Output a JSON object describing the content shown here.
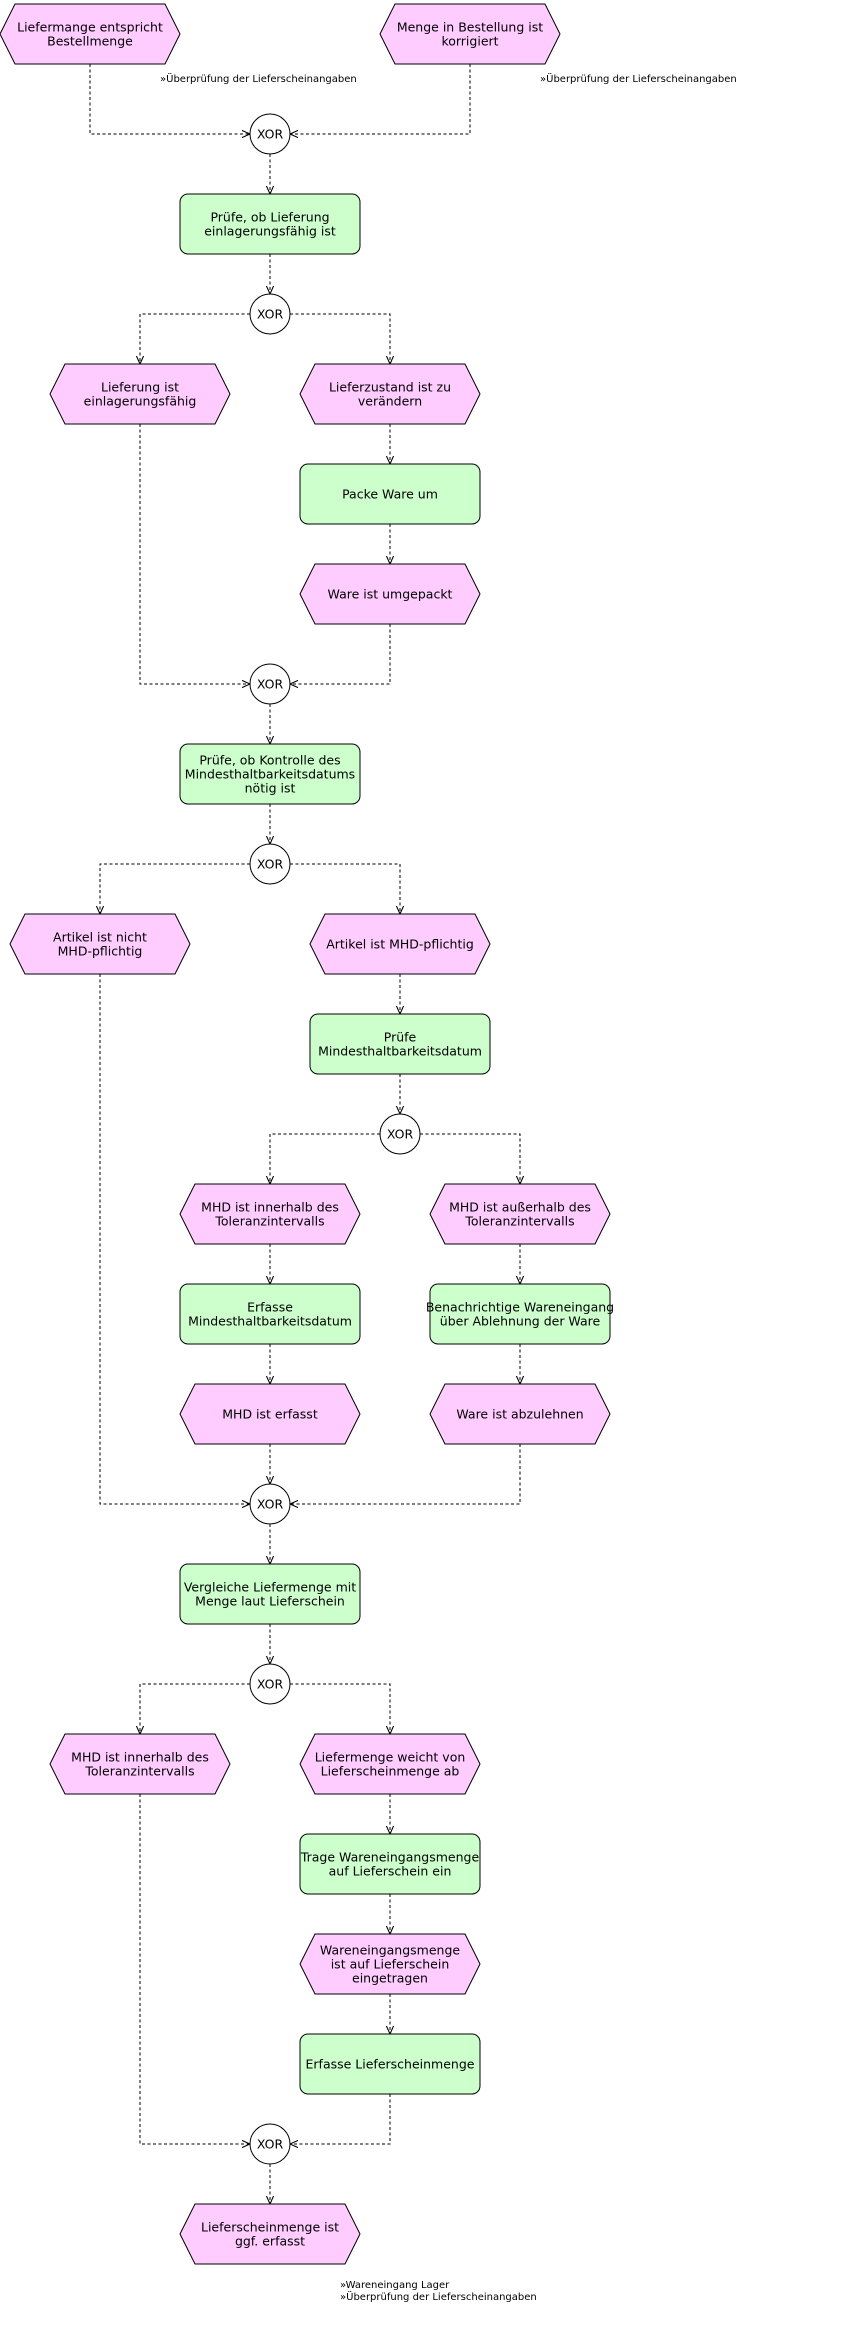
{
  "diagram": {
    "type": "EPK",
    "colors": {
      "event": "#ffccff",
      "function": "#ccffcc",
      "connector": "#ffffff",
      "line": "#000000"
    },
    "nodes": [
      {
        "id": "e1",
        "kind": "event",
        "label": "Liefermange entspricht\nBestellmenge"
      },
      {
        "id": "e2",
        "kind": "event",
        "label": "Menge in Bestellung ist\nkorrigiert"
      },
      {
        "id": "x1",
        "kind": "connector",
        "label": "XOR"
      },
      {
        "id": "f1",
        "kind": "function",
        "label": "Prüfe, ob Lieferung\neinlagerungsfähig ist"
      },
      {
        "id": "x2",
        "kind": "connector",
        "label": "XOR"
      },
      {
        "id": "e3",
        "kind": "event",
        "label": "Lieferung ist\neinlagerungsfähig"
      },
      {
        "id": "e4",
        "kind": "event",
        "label": "Lieferzustand ist zu\nverändern"
      },
      {
        "id": "f2",
        "kind": "function",
        "label": "Packe Ware um"
      },
      {
        "id": "e5",
        "kind": "event",
        "label": "Ware ist umgepackt"
      },
      {
        "id": "x3",
        "kind": "connector",
        "label": "XOR"
      },
      {
        "id": "f3",
        "kind": "function",
        "label": "Prüfe, ob Kontrolle des\nMindesthaltbarkeitsdatums\nnötig ist"
      },
      {
        "id": "x4",
        "kind": "connector",
        "label": "XOR"
      },
      {
        "id": "e6",
        "kind": "event",
        "label": "Artikel ist nicht\nMHD-pflichtig"
      },
      {
        "id": "e7",
        "kind": "event",
        "label": "Artikel ist MHD-pflichtig"
      },
      {
        "id": "f4",
        "kind": "function",
        "label": "Prüfe\nMindesthaltbarkeitsdatum"
      },
      {
        "id": "x5",
        "kind": "connector",
        "label": "XOR"
      },
      {
        "id": "e8",
        "kind": "event",
        "label": "MHD ist innerhalb des\nToleranzintervalls"
      },
      {
        "id": "e9",
        "kind": "event",
        "label": "MHD ist außerhalb des\nToleranzintervalls"
      },
      {
        "id": "f5",
        "kind": "function",
        "label": "Erfasse\nMindesthaltbarkeitsdatum"
      },
      {
        "id": "f6",
        "kind": "function",
        "label": "Benachrichtige Wareneingang\nüber Ablehnung der Ware"
      },
      {
        "id": "e10",
        "kind": "event",
        "label": "MHD ist erfasst"
      },
      {
        "id": "e11",
        "kind": "event",
        "label": "Ware ist abzulehnen"
      },
      {
        "id": "x6",
        "kind": "connector",
        "label": "XOR"
      },
      {
        "id": "f7",
        "kind": "function",
        "label": "Vergleiche Liefermenge mit\nMenge laut Lieferschein"
      },
      {
        "id": "x7",
        "kind": "connector",
        "label": "XOR"
      },
      {
        "id": "e12",
        "kind": "event",
        "label": "MHD ist innerhalb des\nToleranzintervalls"
      },
      {
        "id": "e13",
        "kind": "event",
        "label": "Liefermenge weicht von\nLieferscheinmenge ab"
      },
      {
        "id": "f8",
        "kind": "function",
        "label": "Trage Wareneingangsmenge\nauf Lieferschein ein"
      },
      {
        "id": "e14",
        "kind": "event",
        "label": "Wareneingangsmenge\nist auf Lieferschein\neingetragen"
      },
      {
        "id": "f9",
        "kind": "function",
        "label": "Erfasse Lieferscheinmenge"
      },
      {
        "id": "x8",
        "kind": "connector",
        "label": "XOR"
      },
      {
        "id": "e15",
        "kind": "event",
        "label": "Lieferscheinmenge ist\nggf. erfasst"
      }
    ],
    "notes": [
      {
        "id": "n1",
        "lines": [
          "»Überprüfung der Lieferscheinangaben"
        ]
      },
      {
        "id": "n2",
        "lines": [
          "»Überprüfung der Lieferscheinangaben"
        ]
      },
      {
        "id": "n3",
        "lines": [
          "»Wareneingang Lager",
          "»Überprüfung der Lieferscheinangaben"
        ]
      }
    ],
    "edges": [
      [
        "e1",
        "x1"
      ],
      [
        "e2",
        "x1"
      ],
      [
        "x1",
        "f1"
      ],
      [
        "f1",
        "x2"
      ],
      [
        "x2",
        "e3"
      ],
      [
        "x2",
        "e4"
      ],
      [
        "e4",
        "f2"
      ],
      [
        "f2",
        "e5"
      ],
      [
        "e3",
        "x3"
      ],
      [
        "e5",
        "x3"
      ],
      [
        "x3",
        "f3"
      ],
      [
        "f3",
        "x4"
      ],
      [
        "x4",
        "e6"
      ],
      [
        "x4",
        "e7"
      ],
      [
        "e7",
        "f4"
      ],
      [
        "f4",
        "x5"
      ],
      [
        "x5",
        "e8"
      ],
      [
        "x5",
        "e9"
      ],
      [
        "e8",
        "f5"
      ],
      [
        "e9",
        "f6"
      ],
      [
        "f5",
        "e10"
      ],
      [
        "f6",
        "e11"
      ],
      [
        "e6",
        "x6"
      ],
      [
        "e10",
        "x6"
      ],
      [
        "e11",
        "x6"
      ],
      [
        "x6",
        "f7"
      ],
      [
        "f7",
        "x7"
      ],
      [
        "x7",
        "e12"
      ],
      [
        "x7",
        "e13"
      ],
      [
        "e13",
        "f8"
      ],
      [
        "f8",
        "e14"
      ],
      [
        "e14",
        "f9"
      ],
      [
        "e12",
        "x8"
      ],
      [
        "f9",
        "x8"
      ],
      [
        "x8",
        "e15"
      ]
    ]
  }
}
